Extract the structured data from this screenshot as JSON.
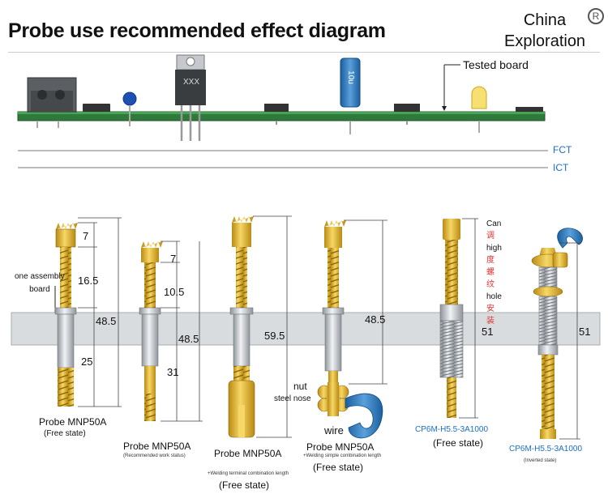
{
  "title": "Probe use recommended effect diagram",
  "brand": {
    "line1": "China",
    "line2": "Exploration",
    "reg_mark": "R"
  },
  "top": {
    "tested_board": "Tested board",
    "fct": "FCT",
    "ict": "ICT",
    "chip_mark": "XXX",
    "cap_mark": "10u"
  },
  "assembly": {
    "line1": "one assembly",
    "line2": "board"
  },
  "probes": [
    {
      "name": "Probe MNP50A",
      "state": "(Free state)",
      "dims": [
        "7",
        "16.5",
        "48.5",
        "25"
      ]
    },
    {
      "name": "Probe MNP50A",
      "note": "(Recommended work status)",
      "dims": [
        "7",
        "10.5",
        "48.5",
        "31"
      ]
    },
    {
      "name": "Probe MNP50A",
      "note": "+Welding terminal combination length",
      "state": "(Free state)",
      "dims": [
        "59.5"
      ]
    },
    {
      "name": "Probe MNP50A",
      "note": "+Welding simple combination length",
      "state": "(Free state)",
      "dims": [
        "48.5"
      ],
      "nut": "nut",
      "steel_nose": "steel nose",
      "wire": "wire"
    },
    {
      "name": "CP6M-H5.5-3A1000",
      "state": "(Free state)",
      "dims": [
        "51"
      ],
      "side": [
        "Can",
        "调",
        "high",
        "度",
        "螺",
        "纹",
        "hole",
        "安",
        "装"
      ]
    },
    {
      "name": "CP6M-H5.5-3A1000",
      "note": "(Inverted state)",
      "dims": [
        "51"
      ]
    }
  ],
  "colors": {
    "gold": "#e8b82a",
    "steel": "#c9cdd2",
    "pcb": "#2f7a3a",
    "band": "#d9dcde",
    "accent": "#1a6fc7"
  }
}
